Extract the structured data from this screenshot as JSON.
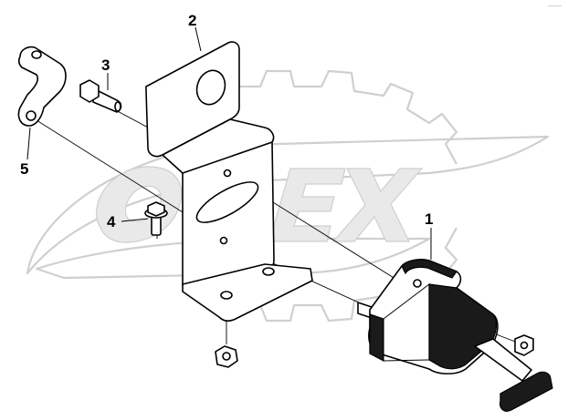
{
  "callouts": [
    {
      "id": "1",
      "label": "1"
    },
    {
      "id": "2",
      "label": "2"
    },
    {
      "id": "3",
      "label": "3"
    },
    {
      "id": "4",
      "label": "4"
    },
    {
      "id": "5",
      "label": "5"
    }
  ],
  "watermark": {
    "text": "OPEX"
  },
  "corner_mark": "———"
}
